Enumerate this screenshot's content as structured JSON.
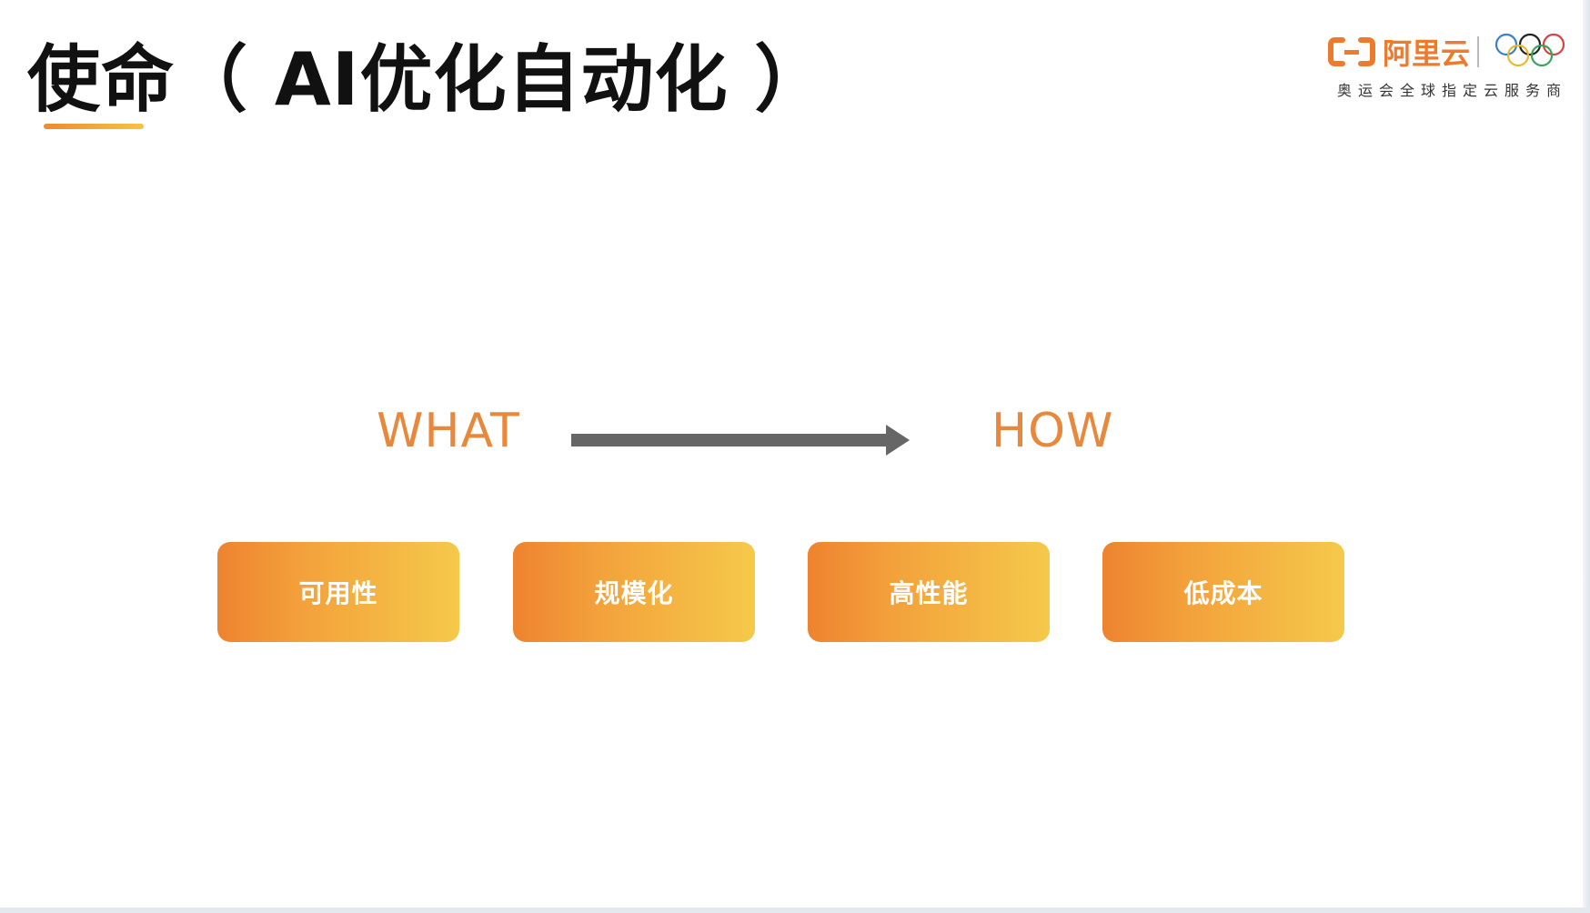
{
  "slide": {
    "title": "使命（ AI优化自动化 ）"
  },
  "logo": {
    "brand_name": "阿里云",
    "subtitle": "奥运会全球指定云服务商",
    "accent_color": "#ee7a2e",
    "mark_icon": "aliyun-bracket-logo",
    "partner_icon": "olympic-rings-icon"
  },
  "flow": {
    "from_label": "WHAT",
    "to_label": "HOW",
    "arrow_icon": "right-arrow-icon",
    "label_color": "#e8883a",
    "arrow_color": "#666666"
  },
  "goals": [
    {
      "label": "可用性"
    },
    {
      "label": "规模化"
    },
    {
      "label": "高性能"
    },
    {
      "label": "低成本"
    }
  ],
  "colors": {
    "gradient_start": "#ee8330",
    "gradient_end": "#f5c94a",
    "title_text": "#111111"
  }
}
